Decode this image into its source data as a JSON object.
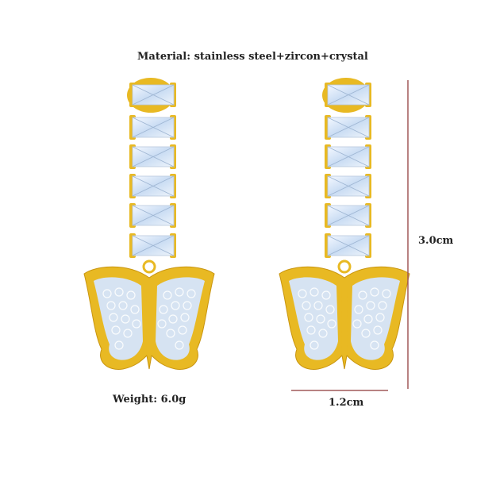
{
  "product": {
    "material": "Material: stainless steel+zircon+crystal",
    "weight": "Weight: 6.0g",
    "width": "1.2cm",
    "height": "3.0cm"
  },
  "colors": {
    "gold": "#e8b923",
    "gold_dark": "#c9950f",
    "stone": "#dbe8f7",
    "measure_line": "#a05858"
  }
}
